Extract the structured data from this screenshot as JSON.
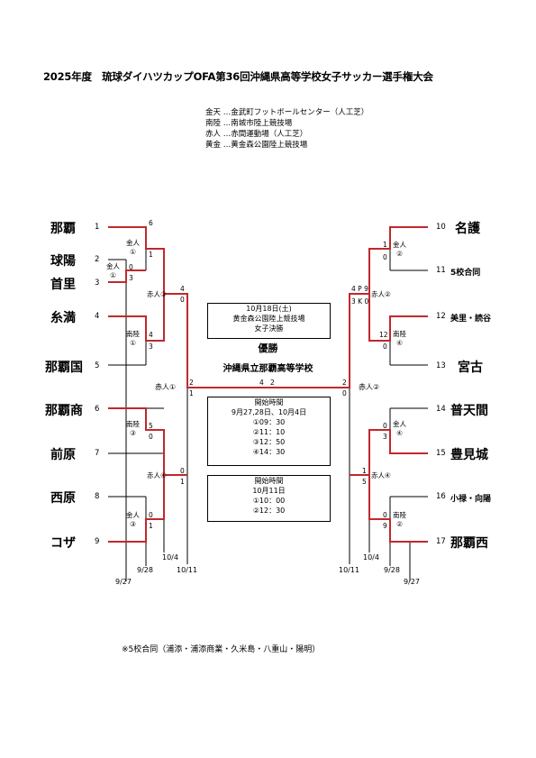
{
  "title": "2025年度　琉球ダイハツカップOFA第36回沖縄県高等学校女子サッカー選手権大会",
  "legend": [
    "金天 …金武町フットボールセンター（人工芝）",
    "南陸 …南城市陸上競技場",
    "赤人 …赤間運動場（人工芝）",
    "黄金 …黄金森公園陸上競技場"
  ],
  "left_teams": [
    {
      "seed": "1",
      "name": "那覇"
    },
    {
      "seed": "2",
      "name": "球陽"
    },
    {
      "seed": "3",
      "name": "首里"
    },
    {
      "seed": "4",
      "name": "糸満"
    },
    {
      "seed": "5",
      "name": "那覇国"
    },
    {
      "seed": "6",
      "name": "那覇商"
    },
    {
      "seed": "7",
      "name": "前原"
    },
    {
      "seed": "8",
      "name": "西原"
    },
    {
      "seed": "9",
      "name": "コザ"
    }
  ],
  "right_teams": [
    {
      "seed": "10",
      "name": "名護"
    },
    {
      "seed": "11",
      "name": "5校合同"
    },
    {
      "seed": "12",
      "name": "美里・読谷"
    },
    {
      "seed": "13",
      "name": "宮古"
    },
    {
      "seed": "14",
      "name": "普天間"
    },
    {
      "seed": "15",
      "name": "豊見城"
    },
    {
      "seed": "16",
      "name": "小禄・向陽"
    },
    {
      "seed": "17",
      "name": "那覇西"
    }
  ],
  "venues_left": {
    "m23": [
      "金人",
      "①"
    ],
    "m123": [
      "金人",
      "①"
    ],
    "m45": [
      "南陸",
      "①"
    ],
    "qf_top": "赤人③",
    "sf": "赤人①",
    "m67": [
      "南陸",
      "③"
    ],
    "m89": [
      "金人",
      "③"
    ],
    "qf_bottom": "赤人④"
  },
  "venues_right": {
    "m1011": [
      "金人",
      "②"
    ],
    "qf_top": "赤人②",
    "m1213": [
      "南陸",
      "④"
    ],
    "sf": "赤人②",
    "m1415": [
      "金人",
      "④"
    ],
    "qf_bottom": "赤人④",
    "m1617": [
      "南陸",
      "②"
    ]
  },
  "scores_left": {
    "s1": "6",
    "s2": "1",
    "s2b": "0",
    "s3": "3",
    "qf1_top": "4",
    "qf1_bot": "0",
    "s4": "4",
    "s5": "3",
    "sf_top": "2",
    "sf_bot": "1",
    "s6": "5",
    "s7": "0",
    "qf2_top": "0",
    "qf2_bot": "1",
    "s8": "0",
    "s9": "1"
  },
  "scores_right": {
    "s10": "1",
    "s11": "0",
    "qf1_top": "4 P 9",
    "qf1_bot": "3 K 0",
    "s12": "12",
    "s13": "0",
    "sf_top": "2",
    "sf_bot": "0",
    "s14": "0",
    "s15": "3",
    "qf2_top": "1",
    "qf2_bot": "5",
    "s16": "0",
    "s17": "9"
  },
  "final_box": [
    "10月18日(土)",
    "黄金森公園陸上競技場",
    "女子決勝"
  ],
  "final_score": {
    "left": "4",
    "right": "2"
  },
  "champion_label": "優勝",
  "champion": "沖縄県立那覇高等学校",
  "start_box1": [
    "開始時間",
    "9月27,28日、10月4日",
    "①09：30",
    "②11：10",
    "③12：50",
    "④14：30"
  ],
  "start_box2": [
    "開始時間",
    "10月11日",
    "①10：00",
    "②12：30"
  ],
  "dates_left": {
    "d104": "10/4",
    "d928": "9/28",
    "d1011": "10/11",
    "d927": "9/27"
  },
  "dates_right": {
    "d1011": "10/11",
    "d104": "10/4",
    "d928": "9/28",
    "d927": "9/27"
  },
  "note": "※5校合同（浦添・浦添商業・久米島・八重山・陽明）",
  "colors": {
    "winner_line": "#c0282d",
    "line": "#000000"
  }
}
